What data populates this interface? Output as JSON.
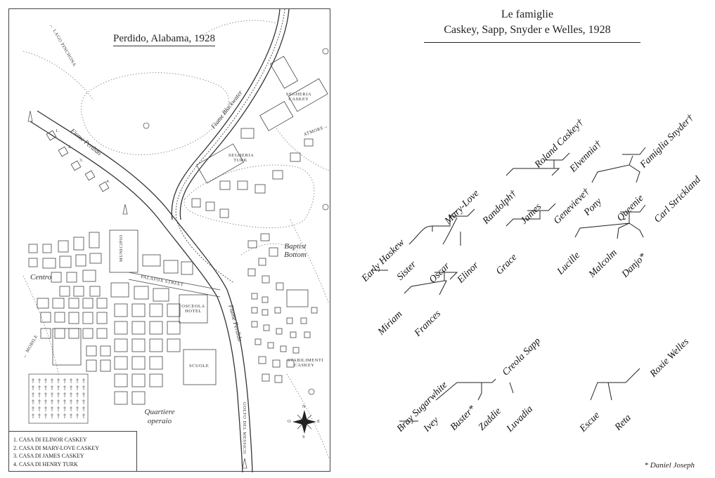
{
  "map": {
    "title": "Perdido, Alabama, 1928",
    "labels": {
      "lago": "← LAGO PINCHONA",
      "fiume_blackwater": "Fiume Blackwater",
      "fiume_perdido_north": "Fiume Perdido",
      "fiume_perdido_south": "Fiume Perdido",
      "segheria_caskey": "SEGHERIA CASKEY",
      "segheria_turk": "SEGHERIA TURK",
      "atmore": "ATMORE→",
      "municipio": "MUNICIPIO",
      "palafox": "PALAFOX STREET",
      "osceola": "OSCEOLA HOTEL",
      "centro": "Centro",
      "baptist": "Baptist Bottom",
      "scuole": "SCUOLE",
      "stabilimenti": "STABILIMENTI CASKEY",
      "mobile": "← MOBILE",
      "quartiere": "Quartiere operaio",
      "golfo": "GOLFO DEL MESSICO",
      "num1": "1.",
      "num2": "2.",
      "num3": "3.",
      "num4": "4."
    },
    "compass": {
      "n": "N",
      "s": "S",
      "e": "E",
      "o": "O"
    },
    "legend": [
      "1. CASA DI ELINOR CASKEY",
      "2. CASA DI MARY-LOVE CASKEY",
      "3. CASA DI JAMES CASKEY",
      "4. CASA DI HENRY TURK"
    ]
  },
  "tree": {
    "title_line1": "Le famiglie",
    "title_line2": "Caskey, Sapp, Snyder e Welles, 1928",
    "names": {
      "early": "Early Haskew",
      "sister": "Sister",
      "marylove": "Mary-Love",
      "randolph": "Randolph†",
      "roland": "Roland Caskey†",
      "elvennia": "Elvennia†",
      "oscar": "Oscar",
      "elinor": "Elinor",
      "james": "James",
      "genevieve": "Genevieve†",
      "grace": "Grace",
      "miriam": "Miriam",
      "frances": "Frances",
      "snyder": "Famiglia Snyder†",
      "pony": "Pony",
      "queenie": "Queenie",
      "carl": "Carl Strickland",
      "lucille": "Lucille",
      "malcolm": "Malcolm",
      "danjo": "Danjo*",
      "bray": "Bray Sugarwhite",
      "ivey": "Ivey",
      "creola": "Creola Sapp",
      "buster": "Buster*",
      "zaddie": "Zaddie",
      "luvadia": "Luvadia",
      "roxie": "Roxie Welles",
      "escue": "Escue",
      "reta": "Reta"
    },
    "footnote": "* Daniel Joseph"
  }
}
